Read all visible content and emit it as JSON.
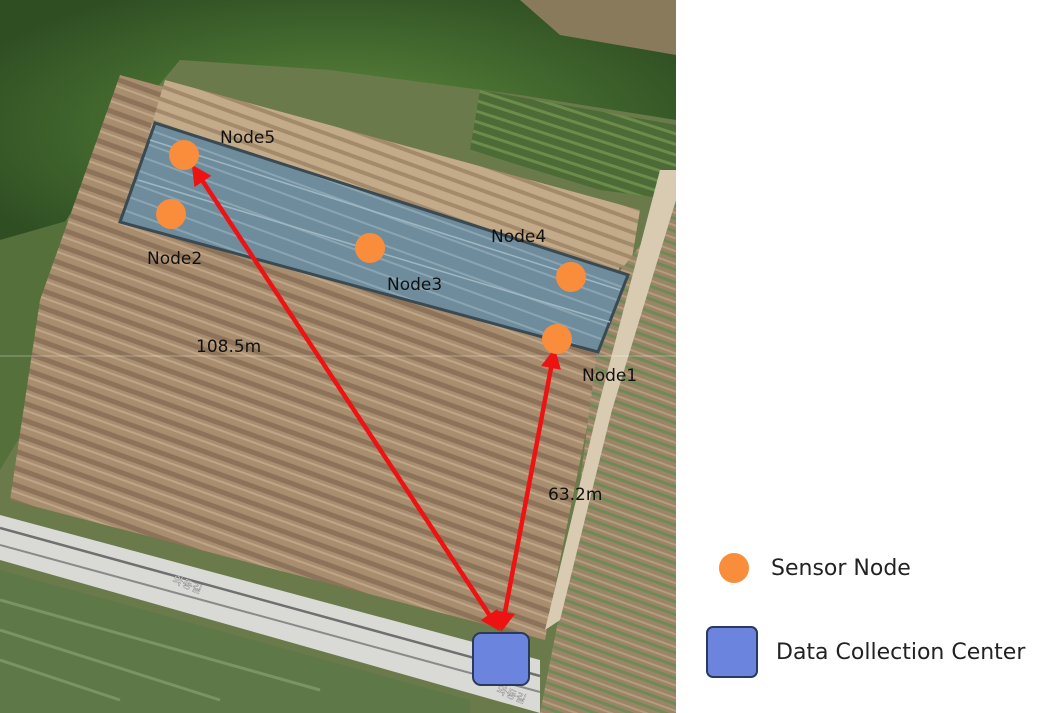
{
  "colors": {
    "sensor_node": "#f98d3c",
    "data_center": "#6b85de",
    "arrow": "#ee1313"
  },
  "nodes": [
    {
      "label": "Node1"
    },
    {
      "label": "Node2"
    },
    {
      "label": "Node3"
    },
    {
      "label": "Node4"
    },
    {
      "label": "Node5"
    }
  ],
  "distances": {
    "node5_to_center": "108.5m",
    "node1_to_center": "63.2m"
  },
  "road_labels": [
    "와동길",
    "와동길"
  ],
  "legend": {
    "sensor_node": "Sensor Node",
    "data_center": "Data Collection Center"
  }
}
